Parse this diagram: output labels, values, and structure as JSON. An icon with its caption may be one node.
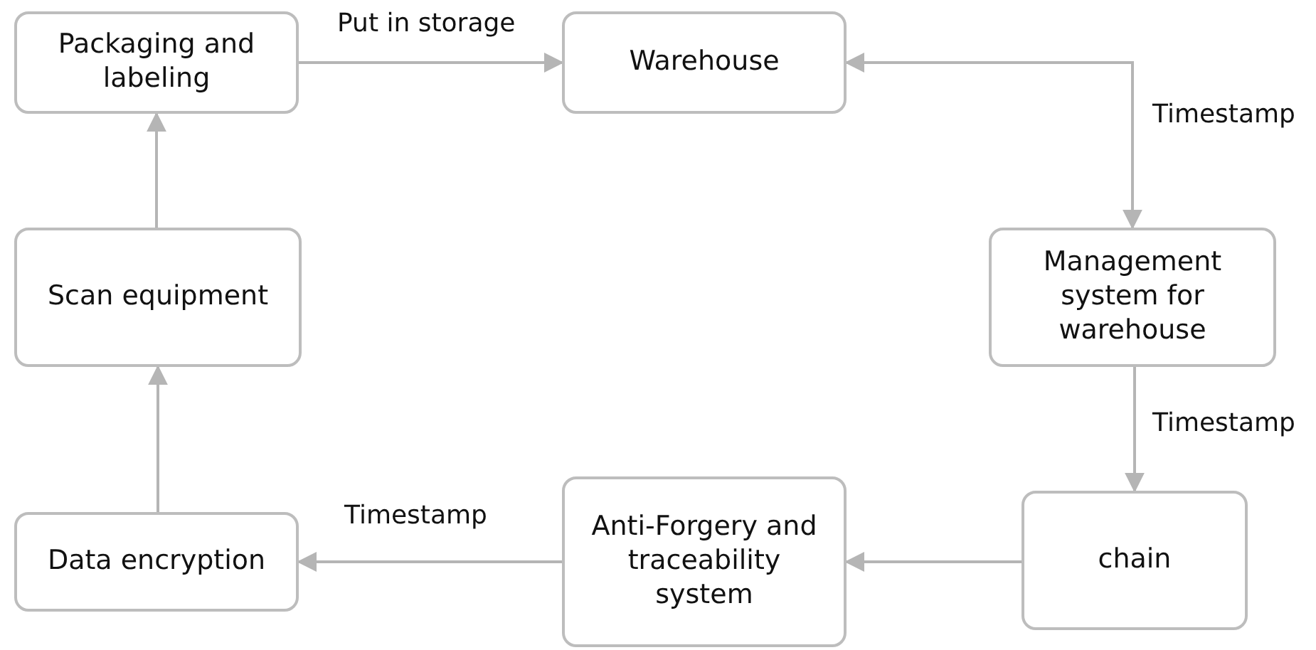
{
  "diagram": {
    "nodes": [
      {
        "text": [
          "Packaging and labeling"
        ]
      },
      {
        "text": [
          "Warehouse"
        ]
      },
      {
        "text": [
          "Management system for warehouse"
        ]
      },
      {
        "text": [
          "chain"
        ]
      },
      {
        "text": [
          "Anti-Forgery and traceability system"
        ]
      },
      {
        "text": [
          "Data encryption"
        ]
      },
      {
        "text": [
          "Scan equipment"
        ]
      }
    ],
    "edges": [
      {
        "from": 0,
        "to": 1,
        "arrow": "to",
        "label": "Put in storage"
      },
      {
        "from": 1,
        "to": 2,
        "arrow": "both",
        "label": "Timestamp"
      },
      {
        "from": 2,
        "to": 3,
        "arrow": "to",
        "label": "Timestamp"
      },
      {
        "from": 3,
        "to": 4,
        "arrow": "to"
      },
      {
        "from": 4,
        "to": 5,
        "arrow": "to",
        "label": "Timestamp"
      },
      {
        "from": 5,
        "to": 6,
        "arrow": "to"
      },
      {
        "from": 6,
        "to": 0,
        "arrow": "to"
      }
    ]
  }
}
